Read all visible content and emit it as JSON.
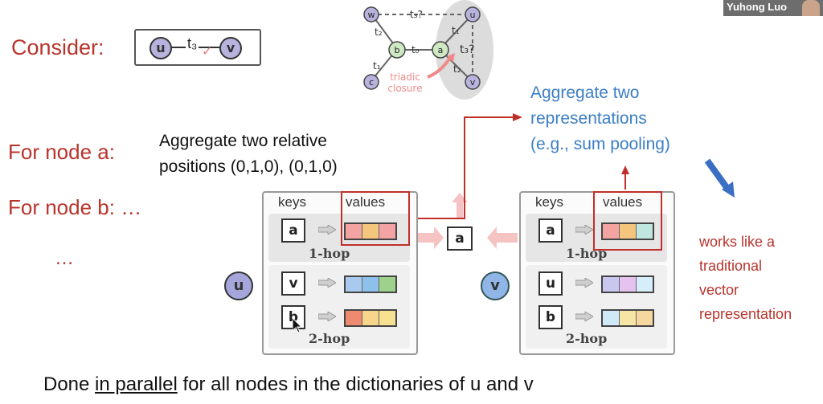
{
  "webcam": {
    "name": "Yuhong Luo"
  },
  "consider": {
    "label": "Consider:",
    "u": "u",
    "v": "v",
    "t": "t₃",
    "check": "✓"
  },
  "graph": {
    "nodes": {
      "w": "w",
      "u": "u",
      "b": "b",
      "a": "a",
      "c": "c",
      "v": "v"
    },
    "edges": {
      "t3q_top": "t₃?",
      "t2_wb": "t₂",
      "t0": "t₀",
      "t1_ua": "t₁",
      "t3q_right": "t₃?",
      "t1_bc": "t₁",
      "t2_av": "t₂"
    },
    "triadic_line1": "triadic",
    "triadic_line2": "closure"
  },
  "left_text": {
    "node_a": "For node a:",
    "node_b": "For node b: …",
    "ellipsis": "…",
    "aggregate_line1": "Aggregate two relative",
    "aggregate_line2": "positions (0,1,0), (0,1,0)"
  },
  "aggregate_note": {
    "line1": "Aggregate two",
    "line2": "representations",
    "line3": "(e.g., sum pooling)"
  },
  "side_note": {
    "line1": "works like a",
    "line2": "traditional",
    "line3": "vector",
    "line4": "representation"
  },
  "dict_u": {
    "owner": "u",
    "keys_header": "keys",
    "values_header": "values",
    "hop1_label": "1-hop",
    "hop2_label": "2-hop",
    "rows": [
      {
        "key": "a"
      },
      {
        "key": "v"
      },
      {
        "key": "b"
      }
    ]
  },
  "dict_v": {
    "owner": "v",
    "keys_header": "keys",
    "values_header": "values",
    "hop1_label": "1-hop",
    "hop2_label": "2-hop",
    "rows": [
      {
        "key": "a"
      },
      {
        "key": "u"
      },
      {
        "key": "b"
      }
    ]
  },
  "center_key": "a",
  "bottom": {
    "prefix": "Done ",
    "underlined": "in parallel",
    "suffix": " for all nodes in the dictionaries of u and v"
  },
  "colors": {
    "red_text": "#b8342c",
    "blue_text": "#3b7fc4",
    "node_purple": "#b7b3de",
    "node_green": "#cfe8c4"
  }
}
